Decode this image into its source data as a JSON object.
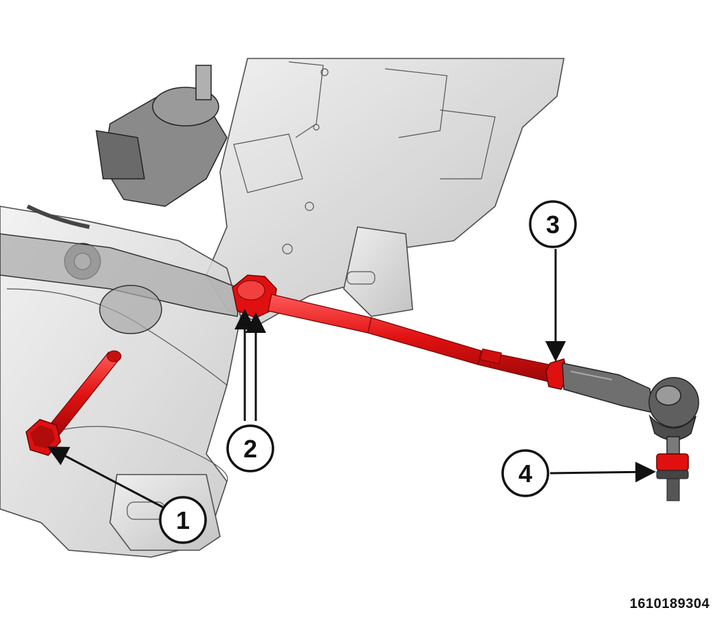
{
  "figure_id": "1610189304",
  "callouts": [
    {
      "label": "1"
    },
    {
      "label": "2"
    },
    {
      "label": "3"
    },
    {
      "label": "4"
    }
  ],
  "colors": {
    "highlight": "#e01010",
    "highlight_dark": "#8a0a0a",
    "frame_fill": "#d6d6d6",
    "frame_stroke": "#3a3a3a",
    "outline": "#000000"
  }
}
